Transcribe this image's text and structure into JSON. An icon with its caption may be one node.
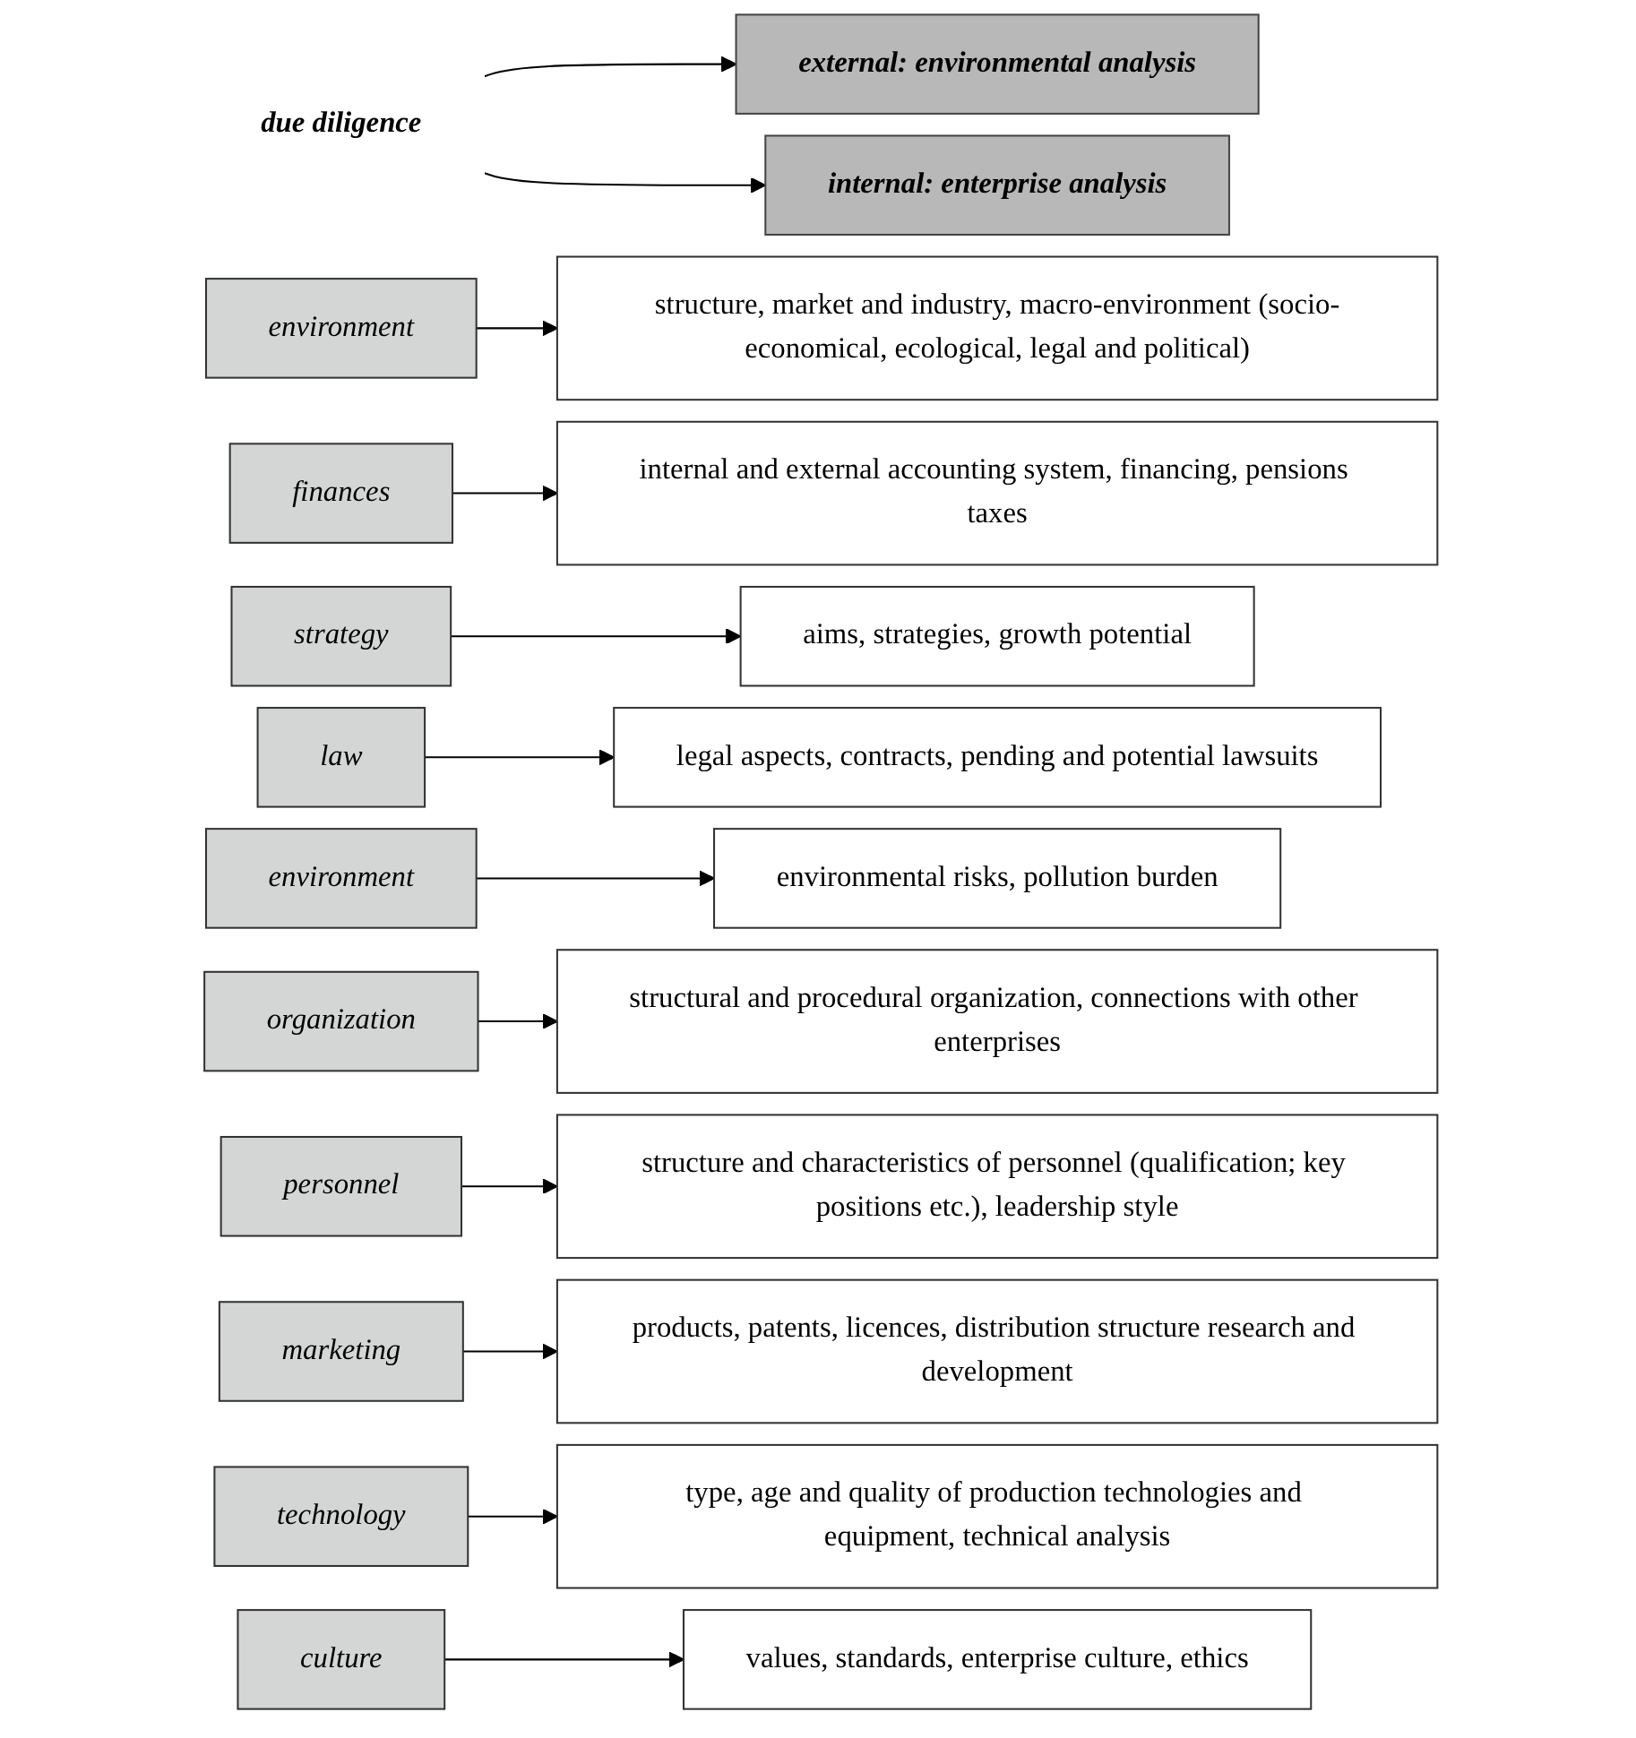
{
  "diagram": {
    "nodes": [
      {
        "text": [
          "due diligence"
        ]
      },
      {
        "text": [
          "external: environmental analysis"
        ]
      },
      {
        "text": [
          "environment"
        ]
      },
      {
        "text": [
          "structure, market and industry, macro-environment (socio-economical, ecological, legal and political)"
        ]
      },
      {
        "text": [
          "internal: enterprise analysis"
        ]
      },
      {
        "text": [
          "finances"
        ]
      },
      {
        "text": [
          "internal and external accounting system, financing, pensions taxes"
        ]
      },
      {
        "text": [
          "strategy"
        ]
      },
      {
        "text": [
          "aims, strategies, growth potential"
        ]
      },
      {
        "text": [
          "law"
        ]
      },
      {
        "text": [
          "legal aspects, contracts, pending and potential lawsuits"
        ]
      },
      {
        "text": [
          "environment"
        ]
      },
      {
        "text": [
          "environmental risks, pollution burden"
        ]
      },
      {
        "text": [
          "organization"
        ]
      },
      {
        "text": [
          "structural and procedural organization, connections with other enterprises"
        ]
      },
      {
        "text": [
          "personnel"
        ]
      },
      {
        "text": [
          "structure and characteristics of personnel (qualification; key positions etc.), leadership style"
        ]
      },
      {
        "text": [
          "marketing"
        ]
      },
      {
        "text": [
          "products, patents, licences, distribution structure research and development"
        ]
      },
      {
        "text": [
          "technology"
        ]
      },
      {
        "text": [
          "type, age and quality of production technologies and equipment, technical analysis"
        ]
      },
      {
        "text": [
          "culture"
        ]
      },
      {
        "text": [
          "values, standards, enterprise culture, ethics"
        ]
      }
    ],
    "edges": [
      {
        "from": 0,
        "to": 1,
        "arrow": "to"
      },
      {
        "from": 0,
        "to": 4,
        "arrow": "to"
      },
      {
        "from": 2,
        "to": 3,
        "arrow": "to"
      },
      {
        "from": 5,
        "to": 6,
        "arrow": "to"
      },
      {
        "from": 7,
        "to": 8,
        "arrow": "to"
      },
      {
        "from": 9,
        "to": 10,
        "arrow": "to"
      },
      {
        "from": 11,
        "to": 12,
        "arrow": "to"
      },
      {
        "from": 13,
        "to": 14,
        "arrow": "to"
      },
      {
        "from": 15,
        "to": 16,
        "arrow": "to"
      },
      {
        "from": 17,
        "to": 18,
        "arrow": "to"
      },
      {
        "from": 19,
        "to": 20,
        "arrow": "to"
      },
      {
        "from": 21,
        "to": 22,
        "arrow": "to"
      }
    ]
  }
}
